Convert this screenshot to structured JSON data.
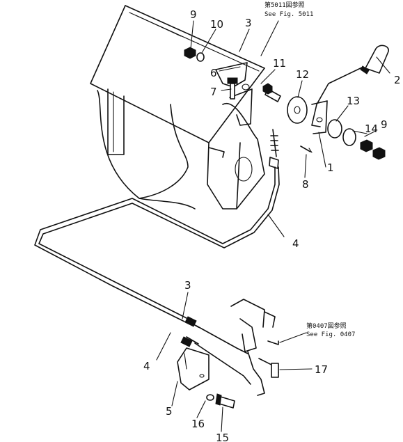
{
  "callouts": {
    "c1": "1",
    "c2": "2",
    "c3a": "3",
    "c3b": "3",
    "c4a": "4",
    "c4b": "4",
    "c5": "5",
    "c6": "6",
    "c7": "7",
    "c8": "8",
    "c9a": "9",
    "c9b": "9",
    "c10": "10",
    "c11": "11",
    "c12": "12",
    "c13": "13",
    "c14": "14",
    "c15": "15",
    "c16": "16",
    "c17": "17"
  },
  "references": {
    "top_jp": "第5011図参照",
    "top_en": "See Fig. 5011",
    "mid_jp": "第0407図参照",
    "mid_en": "See Fig. 0407"
  }
}
